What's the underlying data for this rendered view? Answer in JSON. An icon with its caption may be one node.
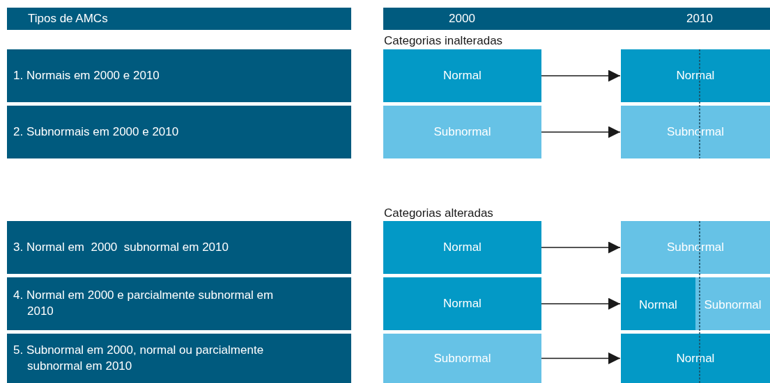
{
  "diagram": {
    "nodes": [
      {
        "text": [
          "Tipos de AMCs"
        ]
      },
      {
        "text": [
          "2000",
          "2010"
        ]
      },
      {
        "text": [
          "1. Normais em 2000 e 2010"
        ]
      },
      {
        "text": [
          "Normal"
        ]
      },
      {
        "text": [
          "Normal"
        ]
      },
      {
        "text": [
          "2. Subnormais em 2000 e 2010"
        ]
      },
      {
        "text": [
          "Subnormal"
        ]
      },
      {
        "text": [
          "Subnormal"
        ]
      },
      {
        "text": [
          "3. Normal em  2000  subnormal em 2010"
        ]
      },
      {
        "text": [
          "Normal"
        ]
      },
      {
        "text": [
          "Subnormal"
        ]
      },
      {
        "text": [
          "4. Normal em 2000 e parcialmente subnormal em 2010"
        ]
      },
      {
        "text": [
          "Normal"
        ]
      },
      {
        "text": [
          "Normal",
          "Subnormal"
        ]
      },
      {
        "text": [
          "5. Subnormal em 2000, normal ou parcialmente subnormal em 2010"
        ]
      },
      {
        "text": [
          "Subnormal"
        ]
      },
      {
        "text": [
          "Normal"
        ]
      }
    ],
    "edges": [
      {
        "from": 3,
        "to": 4,
        "arrow": "to"
      },
      {
        "from": 6,
        "to": 7,
        "arrow": "to"
      },
      {
        "from": 9,
        "to": 10,
        "arrow": "to"
      },
      {
        "from": 12,
        "to": 13,
        "arrow": "to"
      },
      {
        "from": 15,
        "to": 16,
        "arrow": "to"
      }
    ],
    "labels": [
      "Categorias inalteradas",
      "Categorias alteradas"
    ]
  }
}
